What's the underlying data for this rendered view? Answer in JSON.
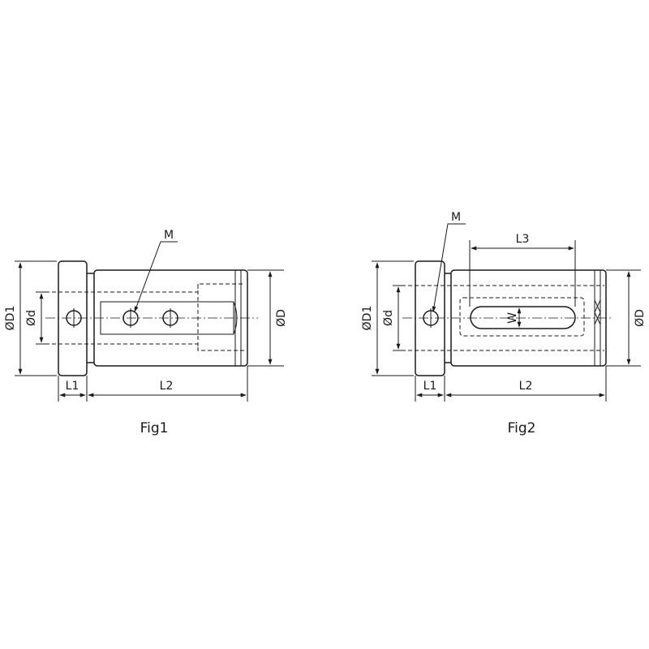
{
  "fig1": {
    "caption": "Fig1",
    "labels": {
      "D1": "ØD1",
      "d": "Ød",
      "D": "ØD",
      "L1": "L1",
      "L2": "L2",
      "M": "M"
    }
  },
  "fig2": {
    "caption": "Fig2",
    "labels": {
      "D1": "ØD1",
      "d": "Ød",
      "D": "ØD",
      "L1": "L1",
      "L2": "L2",
      "L3": "L3",
      "M": "M",
      "W": "W"
    }
  }
}
